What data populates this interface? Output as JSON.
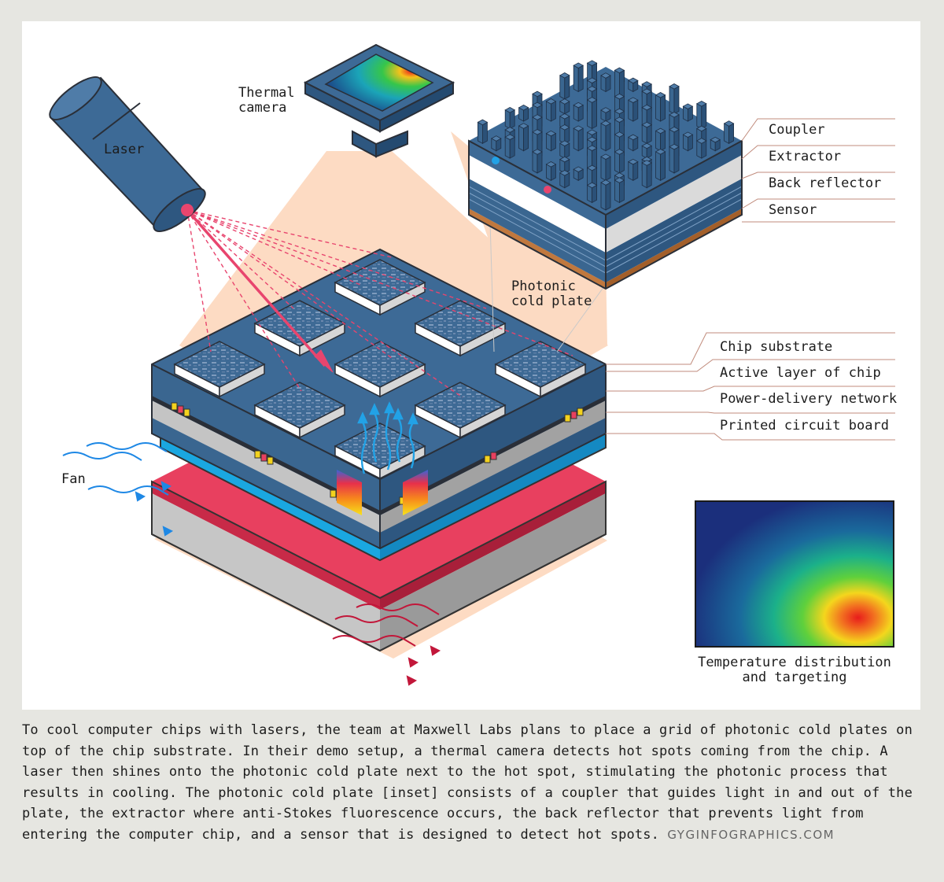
{
  "labels": {
    "laser": "Laser",
    "thermal_camera": [
      "Thermal",
      "camera"
    ],
    "photonic_cold_plate": [
      "Photonic",
      "cold plate"
    ],
    "fan": "Fan",
    "temperature_map": [
      "Temperature distribution",
      "and targeting"
    ]
  },
  "inset_layers": [
    "Coupler",
    "Extractor",
    "Back reflector",
    "Sensor"
  ],
  "stack_layers": [
    "Chip substrate",
    "Active layer of chip",
    "Power-delivery network",
    "Printed circuit board"
  ],
  "caption": {
    "text": "To cool computer chips with lasers, the team at Maxwell Labs plans to place a grid of photonic cold plates on top of the chip substrate. In their demo setup, a thermal camera detects hot spots coming from the chip. A laser then shines onto the photonic cold plate next to the hot spot, stimulating the photonic process that results in cooling. The photonic cold plate [inset] consists of a coupler that guides light in and out of the plate, the extractor where anti-Stokes fluorescence occurs, the back reflector that prevents light from entering the computer chip, and a sensor that is designed to detect hot spots.",
    "credit": "GYGINFOGRAPHICS.COM"
  },
  "colors": {
    "chip_blue": "#3d6a96",
    "laser_pink": "#e8456e",
    "fan_blue": "#1e88e5",
    "heat_red": "#c2173a",
    "pcb_red": "#e8405f",
    "beam_glow": "#fcd2b4",
    "frame_bg": "#e6e6e1"
  }
}
